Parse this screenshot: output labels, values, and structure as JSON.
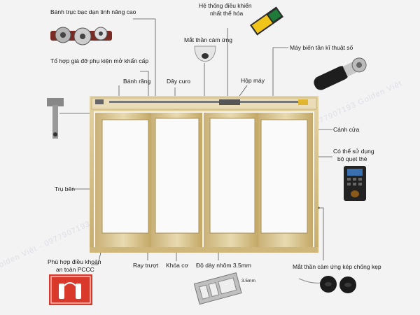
{
  "labels": {
    "banh_truc": "Bánh trục bạc dạn tinh năng cao",
    "to_hop": "Tổ hợp giá đỡ phụ kiện mở khẩn cấp",
    "he_thong_1": "Hệ thống điều khiển",
    "he_thong_2": "nhất thể hóa",
    "mat_than": "Mắt thần cảm ứng",
    "may_bien_tan": "Máy biến tần kĩ thuật số",
    "banh_rang": "Bánh răng",
    "day_curo": "Dây curo",
    "hop_may": "Hộp máy",
    "canh_cua": "Cánh cửa",
    "quet_the_1": "Có thể sử dụng",
    "quet_the_2": "bộ quẹt thẻ",
    "tru_ben": "Trụ bên",
    "phu_hop_1": "Phù hợp điều khoản",
    "phu_hop_2": "an toàn PCCC",
    "ray_truot": "Ray trượt",
    "khoa_co": "Khóa cơ",
    "do_day": "Độ dày nhôm 3.5mm",
    "mat_than_kep": "Mắt thần cảm ứng kép chống kẹp",
    "thickness_tag": "3.5mm"
  },
  "watermark": "Golden Việt · 0977907193 Golden Việt",
  "colors": {
    "frame_gold": "#d6c08a",
    "frame_dark": "#b79e5e",
    "glass": "#f8f8f6",
    "pccc_red": "#d8392b"
  }
}
